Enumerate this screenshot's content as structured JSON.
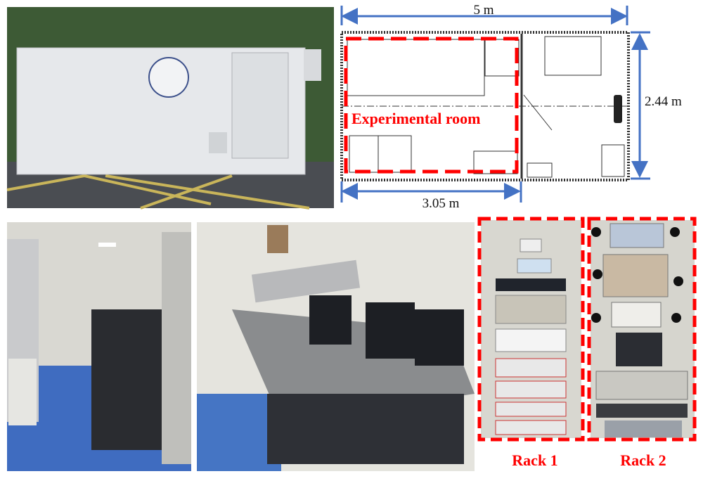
{
  "floor_plan": {
    "length_label": "5 m",
    "width_label": "2.44 m",
    "room_length_label": "3.05 m",
    "room_label": "Experimental room"
  },
  "racks": {
    "rack1_label": "Rack 1",
    "rack2_label": "Rack 2"
  },
  "colors": {
    "dimension_arrow": "#4472c4",
    "highlight": "#ff0000"
  }
}
